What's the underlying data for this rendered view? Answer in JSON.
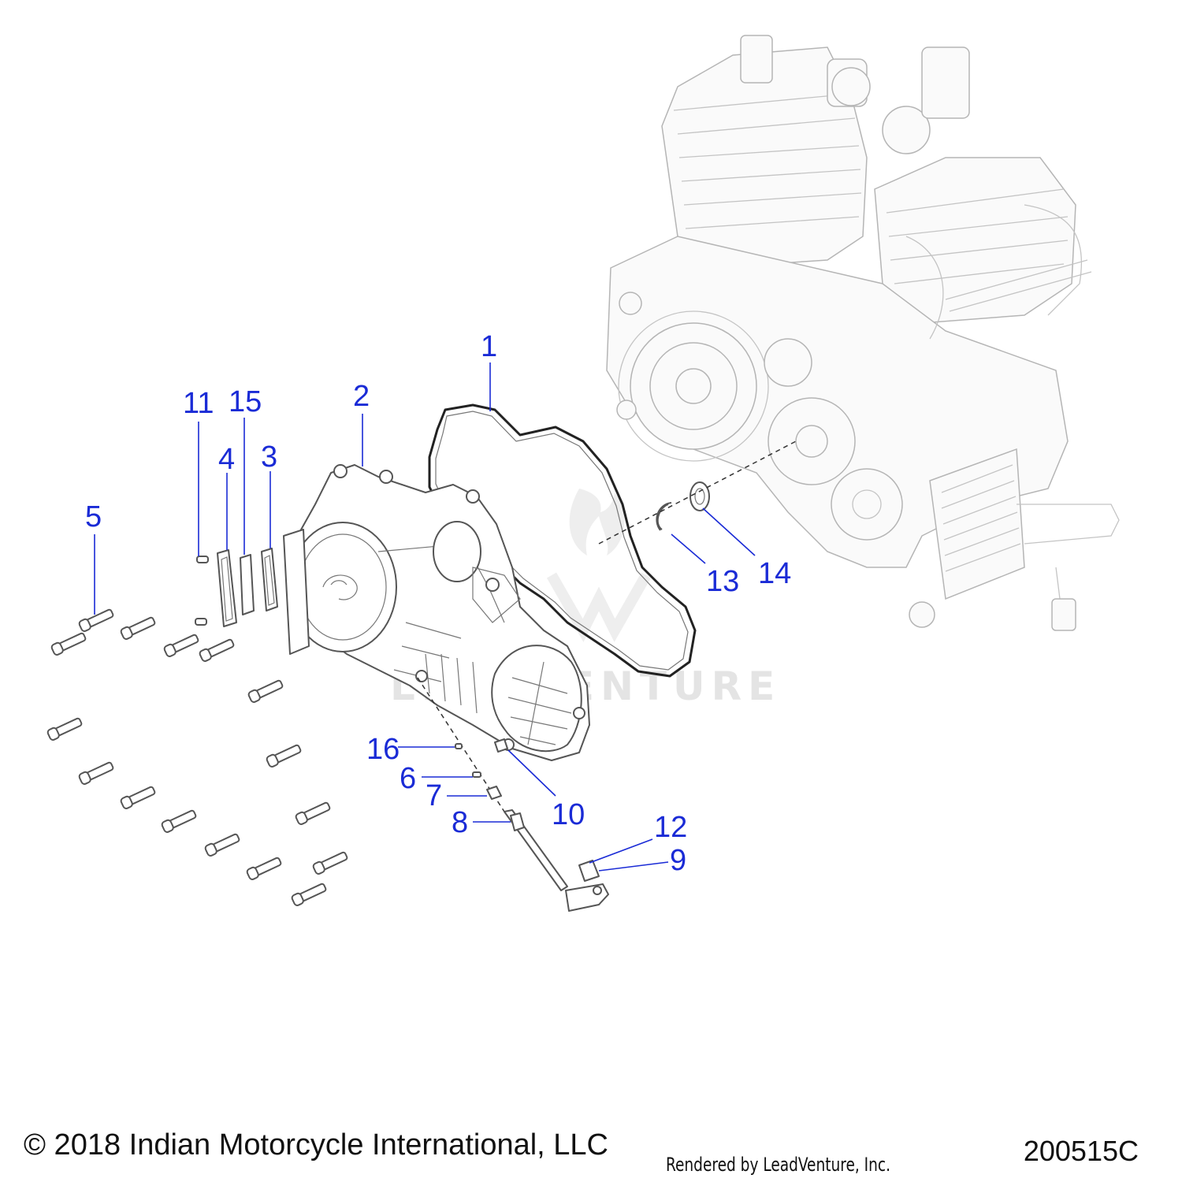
{
  "callouts": [
    {
      "id": "1",
      "label": "1"
    },
    {
      "id": "2",
      "label": "2"
    },
    {
      "id": "3",
      "label": "3"
    },
    {
      "id": "4",
      "label": "4"
    },
    {
      "id": "5",
      "label": "5"
    },
    {
      "id": "6",
      "label": "6"
    },
    {
      "id": "7",
      "label": "7"
    },
    {
      "id": "8",
      "label": "8"
    },
    {
      "id": "9",
      "label": "9"
    },
    {
      "id": "10",
      "label": "10"
    },
    {
      "id": "11",
      "label": "11"
    },
    {
      "id": "12",
      "label": "12"
    },
    {
      "id": "13",
      "label": "13"
    },
    {
      "id": "14",
      "label": "14"
    },
    {
      "id": "15",
      "label": "15"
    },
    {
      "id": "16",
      "label": "16"
    }
  ],
  "footer": {
    "copyright": "© 2018 Indian Motorcycle International, LLC",
    "rendered_by": "Rendered by LeadVenture, Inc.",
    "diagram_number": "200515C"
  },
  "watermark": {
    "text": "LEADVENTURE"
  },
  "colors": {
    "callout": "#1a2bd6",
    "line_art": "#555555"
  }
}
